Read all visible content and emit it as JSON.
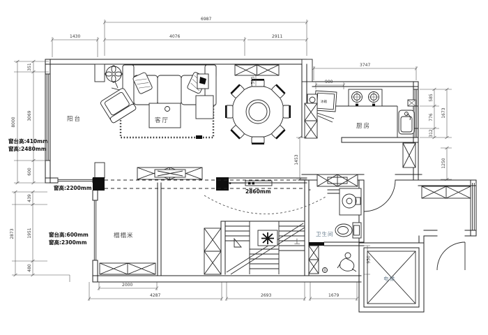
{
  "plan": {
    "rooms": {
      "balcony": "阳台",
      "living_room": "客厅",
      "kitchen": "厨房",
      "tatami": "榻榻米",
      "bathroom": "卫生间",
      "elevator": "电梯"
    },
    "fixtures": {
      "fridge": "冰箱",
      "stairs_up": "上"
    },
    "annotations": {
      "balcony_sill": "窗台高:410mm",
      "balcony_window": "窗高:2480mm",
      "living_window": "窗高:2200mm",
      "tatami_sill": "窗台高:600mm",
      "tatami_window": "窗高:2300mm",
      "beam_clearance": "2860mm"
    },
    "dims": {
      "top_overall": "6987",
      "top_left": "1430",
      "top_mid": "4076",
      "top_right": "2911",
      "kitchen_width": "3747",
      "fridge_width": "900",
      "left_total": "8000",
      "left_a": "351",
      "left_b": "3069",
      "left_c": "600",
      "left_lower_total": "2873",
      "left_d": "439",
      "left_e": "1951",
      "left_f": "480",
      "right_a": "585",
      "right_b": "776",
      "right_c": "312",
      "right_total": "1673",
      "right_d": "1250",
      "bottom_tatami": "2000",
      "bottom_left": "4287",
      "bottom_mid": "2693",
      "bottom_right": "1679",
      "wall_opening": "1453",
      "shower_width": "950",
      "dining_clearance": "595"
    },
    "colors": {
      "line": "#1f1f1f",
      "dim_text": "#3a3a3a",
      "room_label": "#4a4a4a",
      "light_label": "#6b7f8f"
    }
  }
}
